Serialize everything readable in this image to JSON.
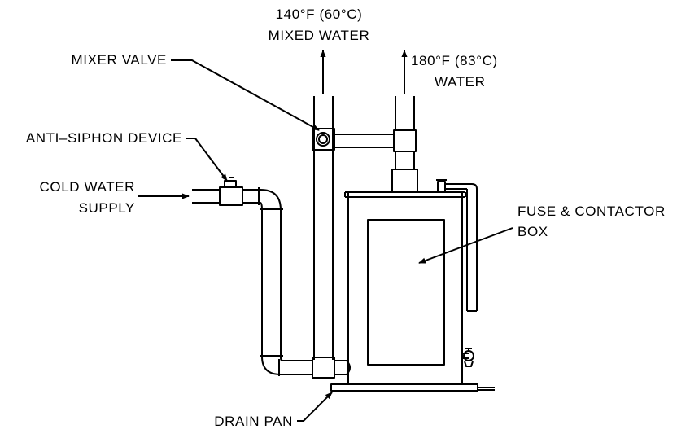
{
  "labels": {
    "mixed_temp": "140°F (60°C)",
    "mixed_water": "MIXED WATER",
    "hot_temp": "180°F (83°C)",
    "hot_water": "WATER",
    "mixer_valve": "MIXER VALVE",
    "anti_siphon": "ANTI–SIPHON DEVICE",
    "cold_water": "COLD WATER",
    "supply": "SUPPLY",
    "fuse_box": "FUSE & CONTACTOR",
    "box": "BOX",
    "drain_pan": "DRAIN PAN"
  }
}
